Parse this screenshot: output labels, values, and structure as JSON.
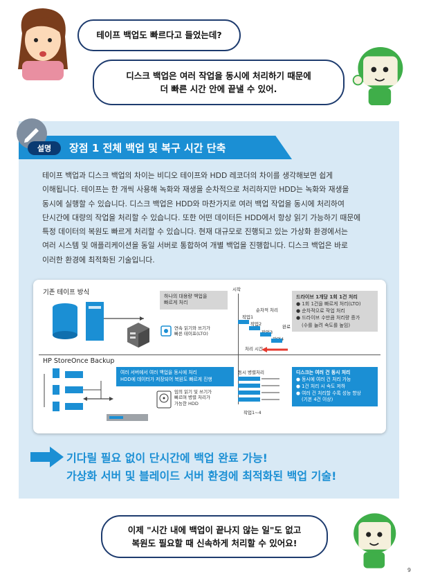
{
  "bubbles": {
    "top": "테이프 백업도 빠르다고 들었는데?",
    "middle_l1": "디스크 백업은 여러 작업을 동시에 처리하기 때문에",
    "middle_l2": "더 빠른 시간 안에 끝낼 수 있어.",
    "bottom_l1": "이제 \"시간 내에 백업이 끝나지 않는 일\"도 없고",
    "bottom_l2": "복원도 필요할 때 신속하게 처리할 수 있어요!"
  },
  "section": {
    "tag": "설명",
    "title": "장점 1   전체 백업 및 복구 시간 단축"
  },
  "paragraph": [
    "테이프 백업과 디스크 백업의 차이는 비디오 테이프와 HDD 레코더의 차이를 생각해보면 쉽게",
    "이해됩니다. 테이프는 한 개씩 사용해 녹화와 재생을 순차적으로 처리하지만 HDD는 녹화와 재생을",
    "동시에 실행할 수 있습니다. 디스크 백업은 HDD와 마찬가지로 여러 백업 작업을 동시에 처리하여",
    "단시간에 대량의 작업을 처리할 수 있습니다. 또한 어떤 데이터든 HDD에서 항상 읽기 가능하기 때문에",
    "특정 데이터의 복원도 빠르게 처리할 수 있습니다. 현재 대규모로 진행되고 있는 가상화 환경에서는",
    "여러 시스템 및 애플리케이션을 동일 서버로 통합하여 개별 백업을 진행합니다. 디스크 백업은 바로",
    "이러한 환경에 최적화된 기술입니다."
  ],
  "diagram": {
    "tape_title": "기존 테이프 방식",
    "tape_note_l1": "하나의 대용량 백업을",
    "tape_note_l2": "빠르게 처리",
    "tape_drive_l1": "연속 읽기와 쓰기가",
    "tape_drive_l2": "빠른 테이프(LTO)",
    "start": "시작",
    "sequential": "순차적 처리",
    "done": "완료",
    "job1": "작업1",
    "job2": "작업2",
    "job3": "작업3",
    "job4": "작업4",
    "proc_time": "처리 시간",
    "drive_title": "드라이브 1개당 1회 1건 처리",
    "drive_b1": "1회 1건을 빠르게 처리(LTO)",
    "drive_b2": "순차적으로 작업 처리",
    "drive_b3": "드라이브 수만큼 처리량 증가",
    "drive_b3b": "(수를 늘려 속도를 높임)",
    "hp_title": "HP StoreOnce Backup",
    "hp_note_l1": "여러 서버에서 여러 백업을 동시에 처리",
    "hp_note_l2": "HDD에 데이터가 저장되어 복원도 빠르게 진행",
    "hdd_l1": "임의 읽기 및 쓰기가",
    "hdd_l2": "빠르며 병렬 처리가",
    "hdd_l3": "가능한 HDD",
    "parallel": "동시 병렬처리",
    "jobs": "작업1~4",
    "disk_title": "디스크는 여러 건 동시 처리",
    "disk_b1": "동시에 여러 건 처리 가능",
    "disk_b2": "1건 처리 시 속도 저하",
    "disk_b3": "여러 건 처리할 수록 성능 향상",
    "disk_b3b": "(기본 4건 이상)"
  },
  "highlights": {
    "line1": "기다릴 필요 없이 단시간에 백업 완료 가능!",
    "line2": "가상화 서버 및 블레이드 서버 환경에 최적화된 백업 기술!"
  },
  "page_number": "9",
  "colors": {
    "accent": "#1b8fd4",
    "panel": "#d8e9f5",
    "navy": "#0a3a72"
  }
}
